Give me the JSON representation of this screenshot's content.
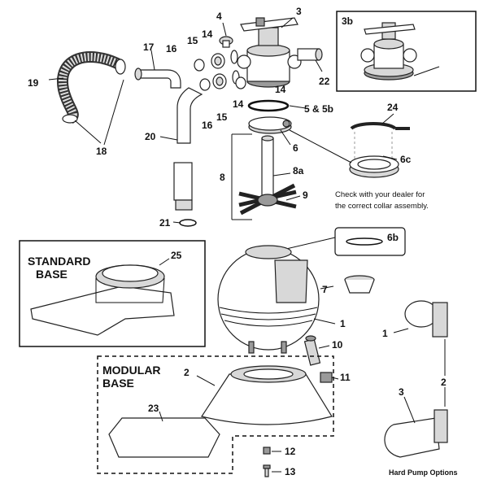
{
  "labels": {
    "p1": "1",
    "p2": "2",
    "p3": "3",
    "p3b": "3b",
    "p4": "4",
    "p5": "5 & 5b",
    "p6": "6",
    "p6b": "6b",
    "p6c": "6c",
    "p7": "7",
    "p8": "8",
    "p8a": "8a",
    "p9": "9",
    "p10": "10",
    "p11": "11",
    "p12": "12",
    "p13": "13",
    "p14a": "14",
    "p14b": "14",
    "p14c": "14",
    "p15a": "15",
    "p15b": "15",
    "p16a": "16",
    "p16b": "16",
    "p17": "17",
    "p18": "18",
    "p19": "19",
    "p20": "20",
    "p21": "21",
    "p22": "22",
    "p23": "23",
    "p24": "24",
    "p25": "25",
    "hp1": "1",
    "hp2": "2",
    "hp3": "3"
  },
  "boxes": {
    "standard_base_line1": "STANDARD",
    "standard_base_line2": "BASE",
    "modular_base_line1": "MODULAR",
    "modular_base_line2": "BASE"
  },
  "note": {
    "line1": "Check with your dealer for",
    "line2": "the correct collar assembly."
  },
  "hard_pump_options": "Hard Pump Options"
}
